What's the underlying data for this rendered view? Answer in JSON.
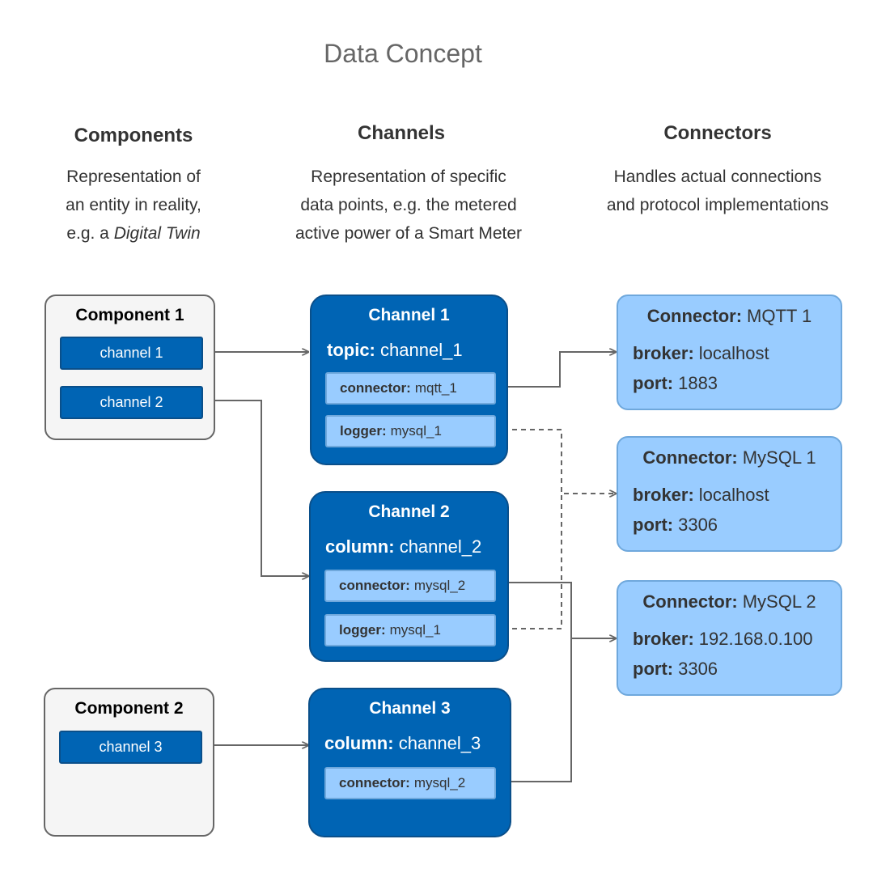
{
  "title": "Data Concept",
  "columns": {
    "components": {
      "heading": "Components",
      "desc_line1": "Representation of",
      "desc_line2": "an entity in reality,",
      "desc_line3_prefix": "e.g. a ",
      "desc_line3_em": "Digital Twin"
    },
    "channels": {
      "heading": "Channels",
      "desc_line1": "Representation of specific",
      "desc_line2": "data points, e.g. the metered",
      "desc_line3": "active power of a Smart Meter"
    },
    "connectors": {
      "heading": "Connectors",
      "desc_line1": "Handles actual connections",
      "desc_line2": "and protocol implementations"
    }
  },
  "components": [
    {
      "title": "Component 1",
      "channels": [
        "channel 1",
        "channel 2"
      ]
    },
    {
      "title": "Component 2",
      "channels": [
        "channel 3"
      ]
    }
  ],
  "channels": [
    {
      "title": "Channel 1",
      "prop_key": "topic:",
      "prop_val": "channel_1",
      "fields": [
        {
          "key": "connector:",
          "val": "mqtt_1"
        },
        {
          "key": "logger:",
          "val": "mysql_1"
        }
      ]
    },
    {
      "title": "Channel 2",
      "prop_key": "column:",
      "prop_val": "channel_2",
      "fields": [
        {
          "key": "connector:",
          "val": "mysql_2"
        },
        {
          "key": "logger:",
          "val": "mysql_1"
        }
      ]
    },
    {
      "title": "Channel 3",
      "prop_key": "column:",
      "prop_val": "channel_3",
      "fields": [
        {
          "key": "connector:",
          "val": "mysql_2"
        }
      ]
    }
  ],
  "connectors": [
    {
      "title_key": "Connector:",
      "title_val": "MQTT 1",
      "broker_key": "broker:",
      "broker_val": "localhost",
      "port_key": "port:",
      "port_val": "1883"
    },
    {
      "title_key": "Connector:",
      "title_val": "MySQL 1",
      "broker_key": "broker:",
      "broker_val": "localhost",
      "port_key": "port:",
      "port_val": "3306"
    },
    {
      "title_key": "Connector:",
      "title_val": "MySQL 2",
      "broker_key": "broker:",
      "broker_val": "192.168.0.100",
      "port_key": "port:",
      "port_val": "3306"
    }
  ],
  "colors": {
    "channel_fill": "#0064b4",
    "field_fill": "#99ccff",
    "component_fill": "#f5f5f5",
    "link": "#666666"
  }
}
